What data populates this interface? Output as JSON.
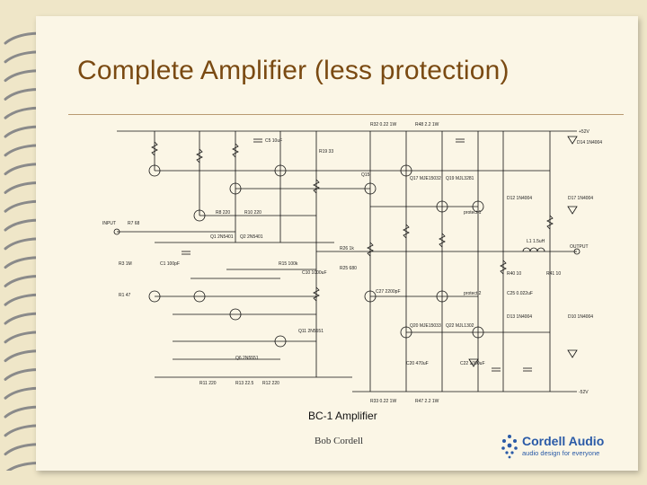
{
  "slide": {
    "title": "Complete Amplifier (less protection)",
    "schematic_caption": "BC-1 Amplifier",
    "author": "Bob Cordell",
    "logo": {
      "name": "Cordell Audio",
      "tagline": "audio design for everyone"
    }
  },
  "schematic": {
    "labels": {
      "pos_rail": "+52V",
      "neg_rail": "-52V",
      "input": "INPUT",
      "output": "OUTPUT",
      "r_top_a": "R32 0.22 1W",
      "r_top_b": "R48 2.2 1W",
      "r_bot_a": "R33 0.22 1W",
      "r_bot_b": "R47 2.2 1W",
      "c5": "C5 10uF",
      "r19": "R19 33",
      "q16": "Q15",
      "d14": "D14 1N4004",
      "d17": "D17 1N4004",
      "d12": "D12 1N4004",
      "d13": "D13 1N4004",
      "d10": "D10 1N4004",
      "l1": "L1 1.5uH",
      "r40": "R40 10",
      "r41": "R41 10",
      "c25": "C25 0.022uF",
      "r7": "R7 68",
      "r3": "R3 1M",
      "r1": "R1 47",
      "c1": "C1 100pF",
      "r8": "R8 220",
      "r10": "R10 220",
      "q1": "Q1 2N5401",
      "q2": "Q2 2N5401",
      "r15": "R15 100k",
      "c10": "C10 1000uF",
      "r25": "R25 680",
      "r26": "R26 1k",
      "q17": "Q17 MJE15032",
      "q19": "Q19 MJL3281",
      "q20": "Q20 MJE15033",
      "q22": "Q22 MJL1302",
      "q11": "Q11 2N5551",
      "q6": "Q6 2N5551",
      "r13": "R13 22.5",
      "r12": "R12 220",
      "r11": "R11 220",
      "c20": "C20 470uF",
      "c22": "C22 1000uF",
      "protect1": "protect 1",
      "protect2": "protect 2",
      "c27": "C27 2200pF"
    }
  }
}
